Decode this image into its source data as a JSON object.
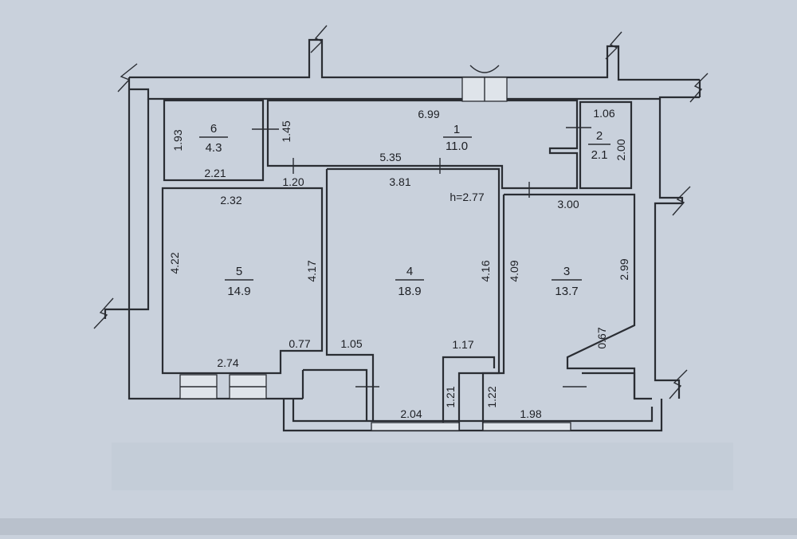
{
  "plan": {
    "ceiling_height": "h=2.77",
    "rooms": [
      {
        "id": "room-1",
        "number": "1",
        "area": "11.0"
      },
      {
        "id": "room-2",
        "number": "2",
        "area": "2.1"
      },
      {
        "id": "room-3",
        "number": "3",
        "area": "13.7"
      },
      {
        "id": "room-4",
        "number": "4",
        "area": "18.9"
      },
      {
        "id": "room-5",
        "number": "5",
        "area": "14.9"
      },
      {
        "id": "room-6",
        "number": "6",
        "area": "4.3"
      }
    ],
    "dimensions": {
      "d_6_99": "6.99",
      "d_1_06": "1.06",
      "d_1_93": "1.93",
      "d_1_45": "1.45",
      "d_2_21": "2.21",
      "d_5_35": "5.35",
      "d_1_20": "1.20",
      "d_3_81": "3.81",
      "d_2_32": "2.32",
      "d_2_00": "2.00",
      "d_3_00": "3.00",
      "d_4_22": "4.22",
      "d_4_17": "4.17",
      "d_4_16": "4.16",
      "d_4_09": "4.09",
      "d_2_99": "2.99",
      "d_0_77": "0.77",
      "d_1_05": "1.05",
      "d_1_17": "1.17",
      "d_0_67": "0.67",
      "d_2_74": "2.74",
      "d_1_21": "1.21",
      "d_1_22": "1.22",
      "d_2_04": "2.04",
      "d_1_98": "1.98"
    }
  }
}
